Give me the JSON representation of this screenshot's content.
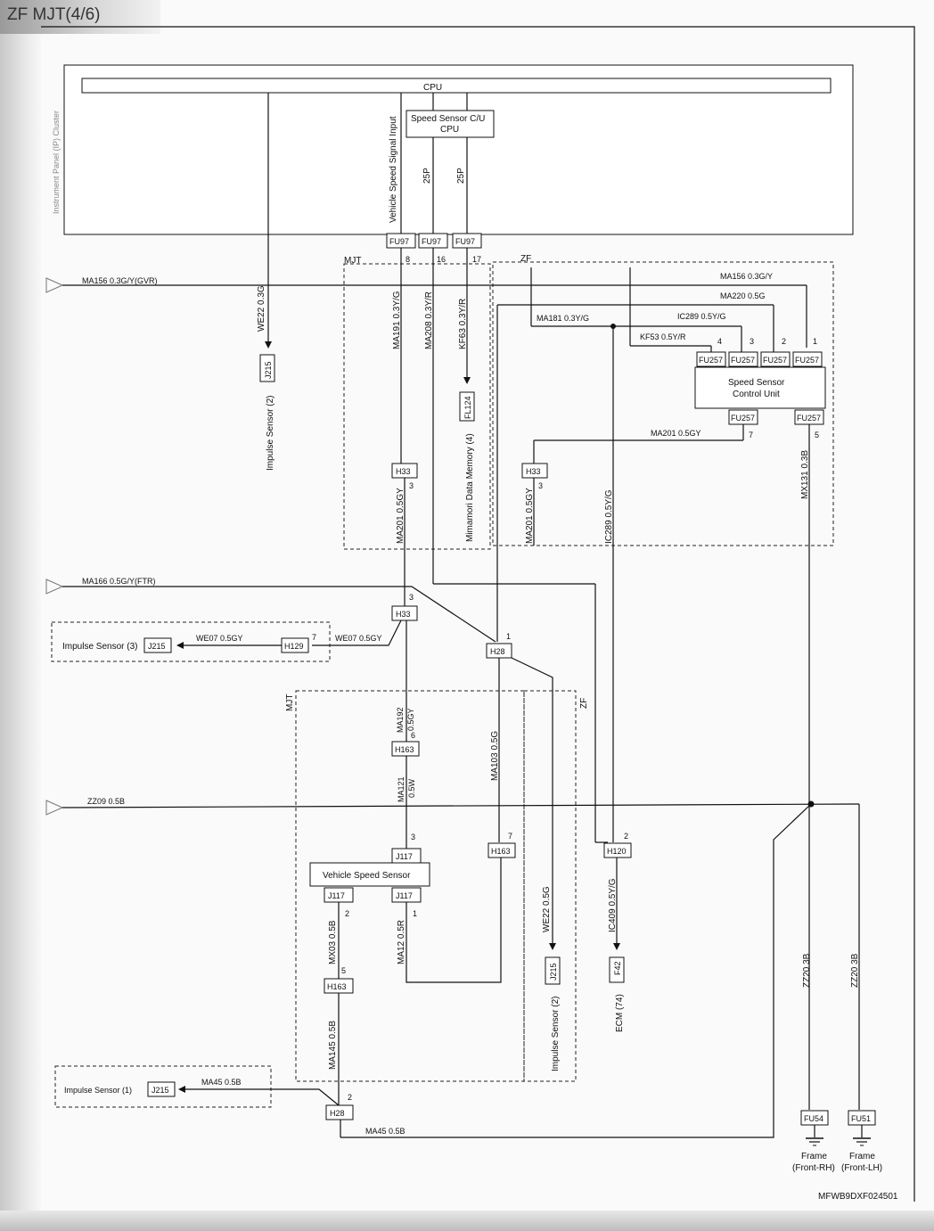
{
  "header": {
    "title": "ZF MJT(4/6)"
  },
  "cluster": {
    "label": "Instrument Panel (IP) Cluster",
    "cpu": "CPU",
    "module_line1": "Speed Sensor C/U",
    "module_line2": "CPU",
    "pin_signal": "Vehicle Speed Signal Input",
    "pin_25p_a": "25P",
    "pin_25p_b": "25P"
  },
  "connectors": {
    "fu97": "FU97",
    "fu257": "FU257",
    "h33": "H33",
    "h28": "H28",
    "h129": "H129",
    "h163": "H163",
    "h120": "H120",
    "j117": "J117",
    "j215": "J215",
    "fl124": "FL124",
    "f42": "F42",
    "fu54": "FU54",
    "fu51": "FU51"
  },
  "pins": {
    "p8": "8",
    "p16": "16",
    "p17": "17",
    "p4": "4",
    "p3": "3",
    "p2": "2",
    "p1": "1",
    "p7": "7",
    "p5": "5",
    "p6": "6"
  },
  "regions": {
    "mjt": "MJT",
    "zf": "ZF"
  },
  "wires": {
    "ma156_in": "MA156 0.3G/Y(GVR)",
    "ma166_in": "MA166 0.5G/Y(FTR)",
    "zz09": "ZZ09 0.5B",
    "we22_03g": "WE22 0.3G",
    "we22_05g": "WE22 0.5G",
    "ma191": "MA191 0.3Y/G",
    "ma208": "MA208 0.3Y/R",
    "kf63": "KF63 0.3Y/R",
    "ma156": "MA156 0.3G/Y",
    "ma220": "MA220 0.5G",
    "ma181": "MA181 0.3Y/G",
    "ic289": "IC289 0.5Y/G",
    "kf53": "KF53 0.5Y/R",
    "ma201": "MA201 0.5GY",
    "mx131": "MX131 0.3B",
    "we07": "WE07 0.5GY",
    "ma192_a": "MA192",
    "ma192_b": "0.5GY",
    "ma121_a": "MA121",
    "ma121_b": "0.5W",
    "ma103": "MA103 0.5G",
    "mx03": "MX03 0.5B",
    "ma12": "MA12 0.5R",
    "ic409": "IC409 0.5Y/G",
    "ma145": "MA145 0.5B",
    "ma45": "MA45 0.5B",
    "zz20": "ZZ20 3B"
  },
  "components": {
    "ssu_line1": "Speed Sensor",
    "ssu_line2": "Control Unit",
    "vss": "Vehicle Speed Sensor",
    "impulse_2": "Impulse Sensor (2)",
    "impulse_3": "Impulse Sensor (3)",
    "impulse_1": "Impulse Sensor (1)",
    "mimamori": "Mimamori Data Memory (4)",
    "ecm": "ECM (74)",
    "frame": "Frame",
    "front_rh": "(Front-RH)",
    "front_lh": "(Front-LH)"
  },
  "footer": {
    "code": "MFWB9DXF024501"
  }
}
